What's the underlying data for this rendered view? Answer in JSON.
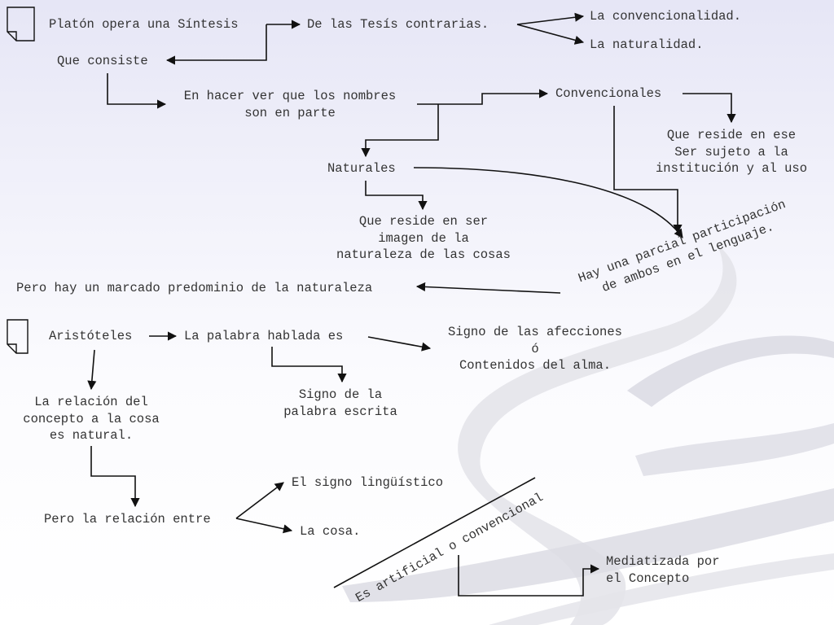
{
  "colors": {
    "text": "#333333",
    "lines": "#111111",
    "ribbon": "#d8d8e0"
  },
  "icons": [
    "page-icon",
    "page-icon"
  ],
  "nodes": {
    "platon": "Platón opera una Síntesis",
    "tesis": "De las Tesís contrarias.",
    "convencionalidad": "La convencionalidad.",
    "naturalidad": "La naturalidad.",
    "consiste": "Que consiste",
    "hacer_ver": "En hacer ver que los nombres\nson en parte",
    "convencionales": "Convencionales",
    "reside_ser": "Que reside en ese\nSer sujeto a la\ninstitución y al uso",
    "naturales": "Naturales",
    "reside_imagen": "Que reside en ser\nimagen de la\nnaturaleza de las cosas",
    "parcial": "Hay una parcial participación\nde ambos en el lenguaje.",
    "predominio": "Pero hay un marcado predominio de la naturaleza",
    "aristoteles": "Aristóteles",
    "palabra": "La palabra hablada es",
    "signo_afecciones": "Signo de las afecciones\nó\nContenidos del alma.",
    "signo_escrita": "Signo de la\npalabra escrita",
    "relacion_natural": "La relación del\nconcepto a la cosa\nes natural.",
    "relacion_entre": "Pero la relación entre",
    "signo_linguistico": "El signo lingüístico",
    "cosa": "La cosa.",
    "artificial": "Es artificial o convencional",
    "mediatizada": "Mediatizada por\nel Concepto"
  }
}
